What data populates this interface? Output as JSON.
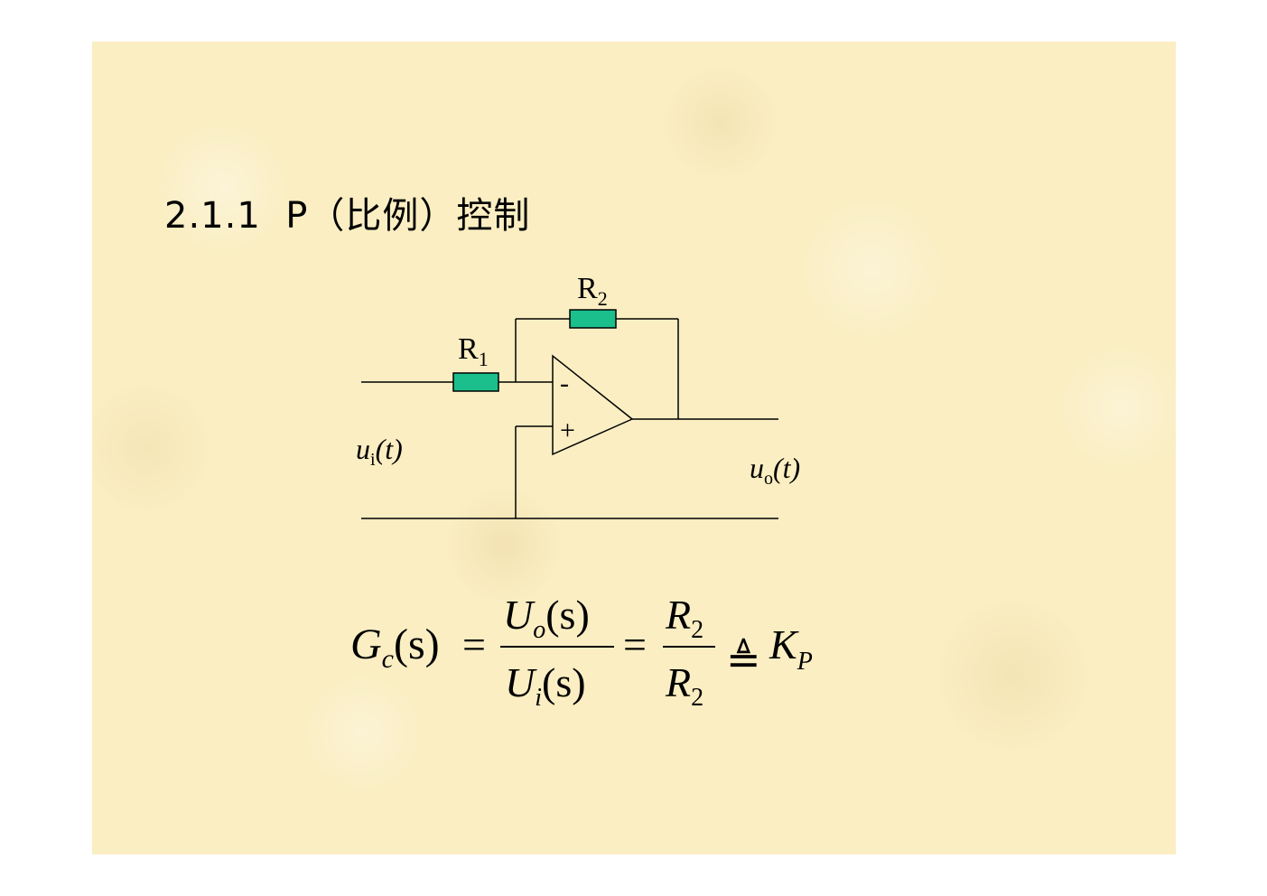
{
  "title": "2.1.1  P（比例）控制",
  "circuit": {
    "resistor1": {
      "name": "R",
      "sub": "1"
    },
    "resistor2": {
      "name": "R",
      "sub": "2"
    },
    "opamp_minus": "-",
    "opamp_plus": "+",
    "input": {
      "var": "u",
      "sub": "i",
      "arg": "(t)"
    },
    "output": {
      "var": "u",
      "sub": "o",
      "arg": "(t)"
    },
    "colors": {
      "resistor_fill": "#1abf8c",
      "wire": "#000000"
    }
  },
  "formula": {
    "lhs": {
      "var": "G",
      "sub": "c",
      "arg": "(s)"
    },
    "eq1": "=",
    "fraction1": {
      "num": {
        "var": "U",
        "sub": "o",
        "arg": "(s)"
      },
      "den": {
        "var": "U",
        "sub": "i",
        "arg": "(s)"
      }
    },
    "eq2": "=",
    "fraction2": {
      "num": {
        "var": "R",
        "sub": "2"
      },
      "den": {
        "var": "R",
        "sub": "2"
      }
    },
    "defeq": "≜",
    "rhs": {
      "var": "K",
      "sub": "P"
    }
  },
  "colors": {
    "background": "#faeec2",
    "text": "#000000"
  }
}
